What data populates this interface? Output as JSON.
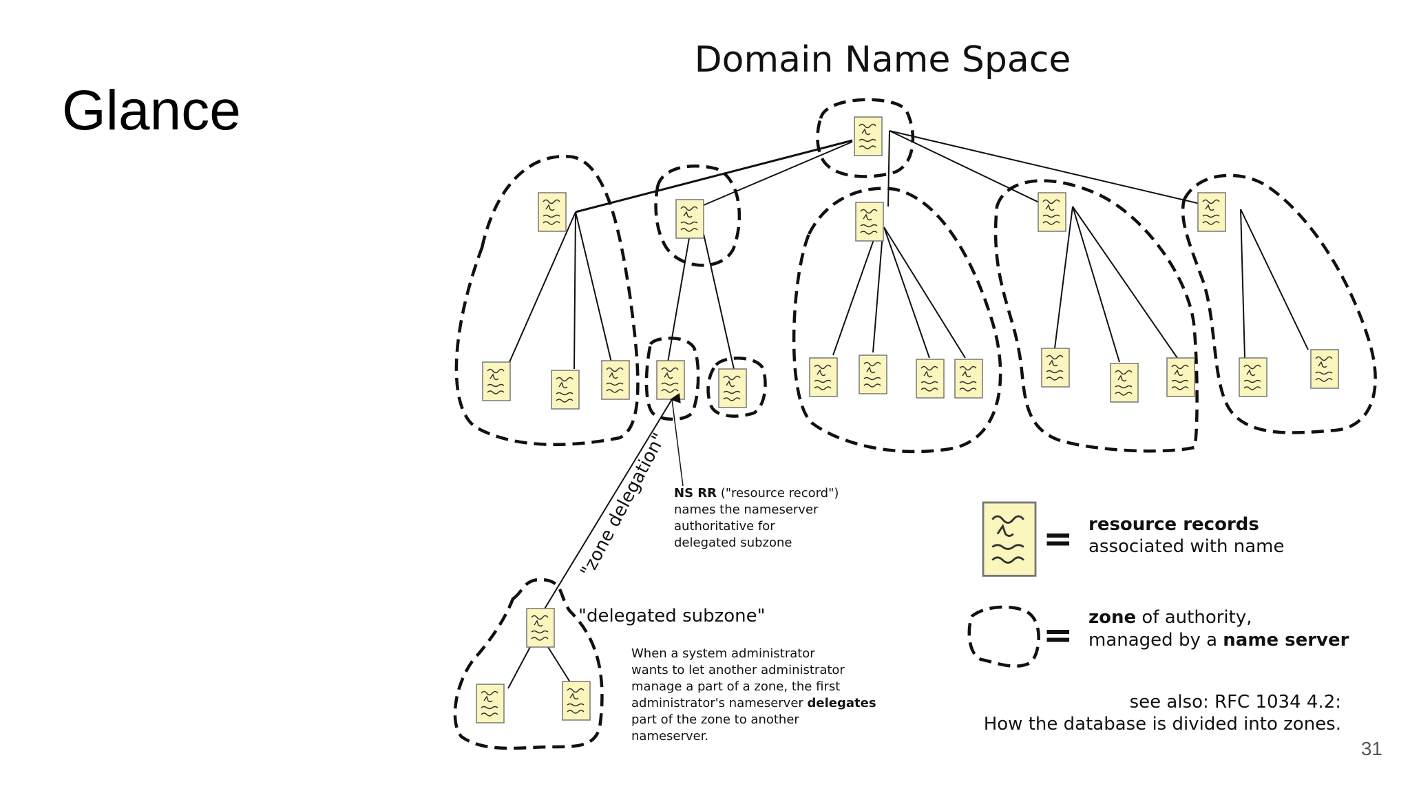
{
  "slide": {
    "title": "Glance",
    "page_number": "31"
  },
  "diagram": {
    "title": "Domain Name Space",
    "zone_delegation_label": "\"zone delegation\"",
    "delegated_subzone_label": "\"delegated subzone\"",
    "ns_rr_note": {
      "bold": "NS RR",
      "line1_rest": " (\"resource record\")",
      "line2": "names the nameserver",
      "line3": "authoritative for",
      "line4": "delegated subzone"
    },
    "admin_note": {
      "line1": "When a system administrator",
      "line2": "wants to let another administrator",
      "line3": "manage a part of a zone, the first",
      "line4_plain": "administrator's nameserver ",
      "line4_bold": "delegates",
      "line5": "part of the zone to another",
      "line6": "nameserver."
    },
    "legend": {
      "equals": "=",
      "rr_bold": "resource records",
      "rr_rest": "associated with name",
      "zone_bold": "zone",
      "zone_rest": " of authority,",
      "zone_line2_plain": "managed by a ",
      "zone_line2_bold": "name server"
    },
    "see_also": {
      "line1": "see also: RFC 1034 4.2:",
      "line2": "How the database is divided into zones."
    },
    "colors": {
      "record_fill": "#fbf6bd",
      "record_stroke": "#777777",
      "line": "#111111"
    }
  }
}
